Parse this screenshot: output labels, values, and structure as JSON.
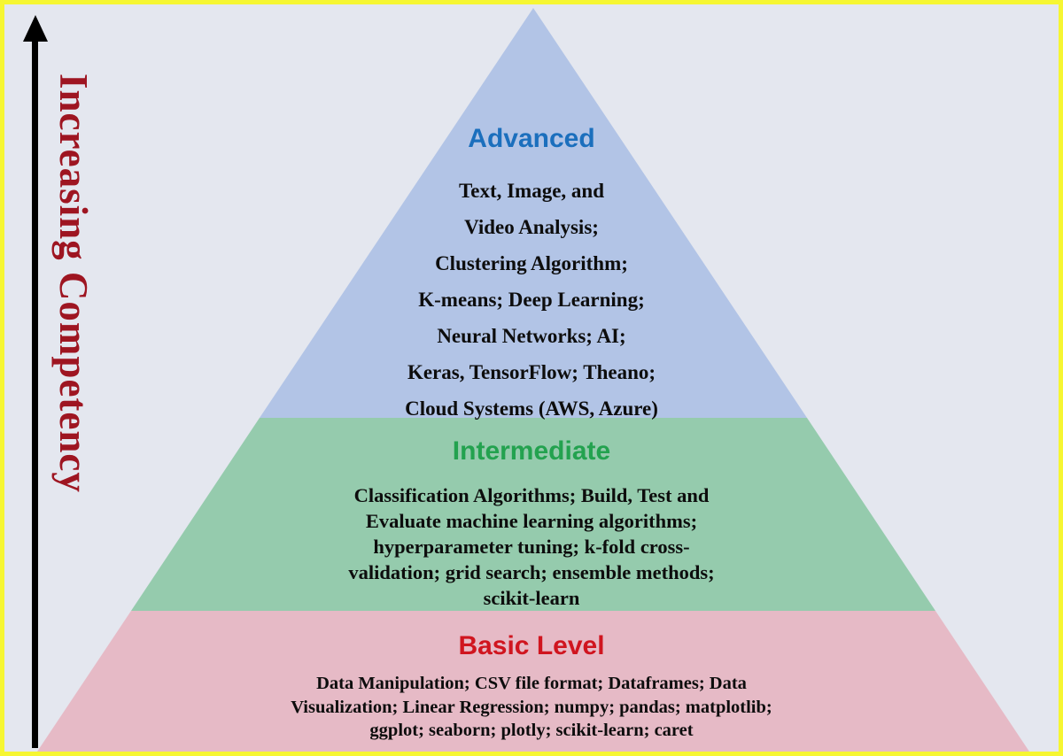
{
  "figure": {
    "axis_label": "Increasing Competency"
  },
  "levels": [
    {
      "title": "Advanced",
      "body": "Text, Image, and\nVideo Analysis;\nClustering Algorithm;\nK-means; Deep Learning;\nNeural Networks; AI;\nKeras, TensorFlow; Theano;\nCloud Systems (AWS, Azure)"
    },
    {
      "title": "Intermediate",
      "body": "Classification Algorithms; Build, Test and\nEvaluate machine learning algorithms;\nhyperparameter tuning; k-fold cross-\nvalidation; grid search; ensemble methods;\nscikit-learn"
    },
    {
      "title": "Basic Level",
      "body": "Data Manipulation; CSV file format; Dataframes; Data\nVisualization; Linear Regression; numpy; pandas; matplotlib;\nggplot; seaborn; plotly; scikit-learn; caret"
    }
  ],
  "colors": {
    "background": "#e4e7ef",
    "border": "#f6f632",
    "advanced_fill": "#b2c4e6",
    "intermediate_fill": "#95cbad",
    "basic_fill": "#e6bac6",
    "advanced_title": "#1b6fbd",
    "intermediate_title": "#23a24f",
    "basic_title": "#d0151f",
    "axis_label": "#9e1521"
  }
}
